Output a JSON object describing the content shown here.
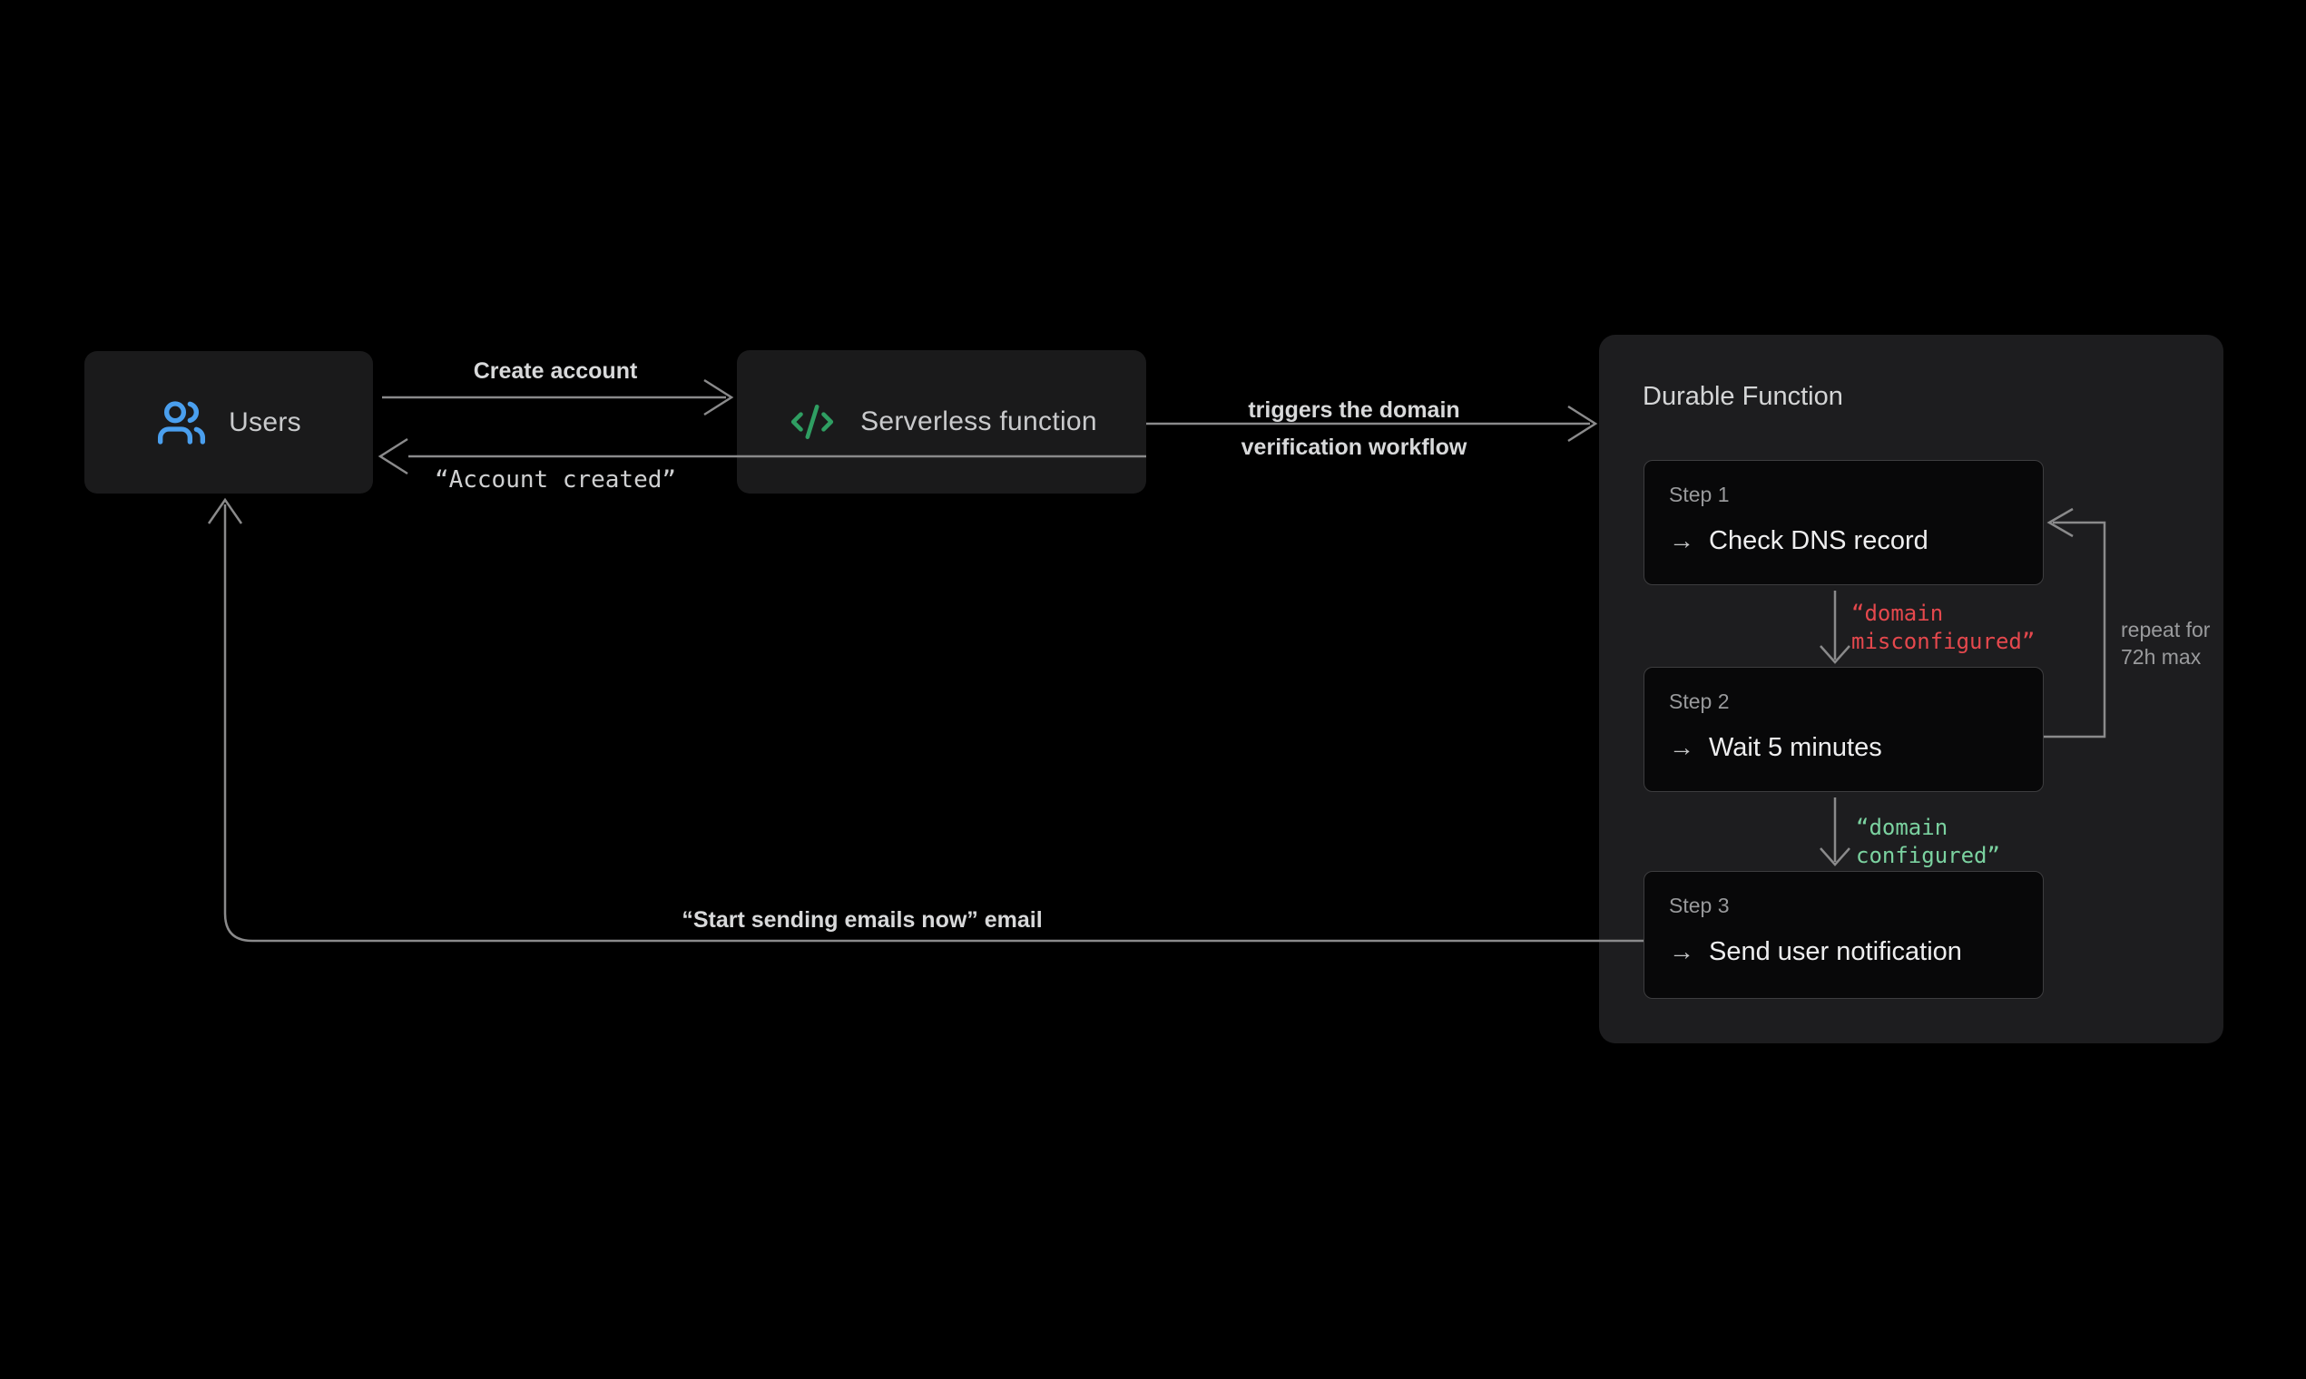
{
  "colors": {
    "background": "#000000",
    "accent_blue": "#4a9fee",
    "accent_green": "#2f9e62",
    "status_red": "#e5484d",
    "status_green": "#7bd2a0",
    "line_gray": "#8a8a8b"
  },
  "nodes": {
    "users": {
      "label": "Users"
    },
    "serverless": {
      "label": "Serverless function"
    },
    "durable": {
      "title": "Durable Function",
      "steps": [
        {
          "label": "Step 1",
          "arrow": "→",
          "action": "Check DNS record"
        },
        {
          "label": "Step 2",
          "arrow": "→",
          "action": "Wait 5 minutes"
        },
        {
          "label": "Step 3",
          "arrow": "→",
          "action": "Send user notification"
        }
      ]
    }
  },
  "edges": {
    "create_account": "Create account",
    "account_created": "“Account created”",
    "triggers": "triggers the domain\nverification workflow",
    "domain_misconfigured": "“domain\nmisconfigured”",
    "domain_configured": "“domain\nconfigured”",
    "repeat": "repeat for\n72h max",
    "email": "“Start sending emails now” email"
  }
}
